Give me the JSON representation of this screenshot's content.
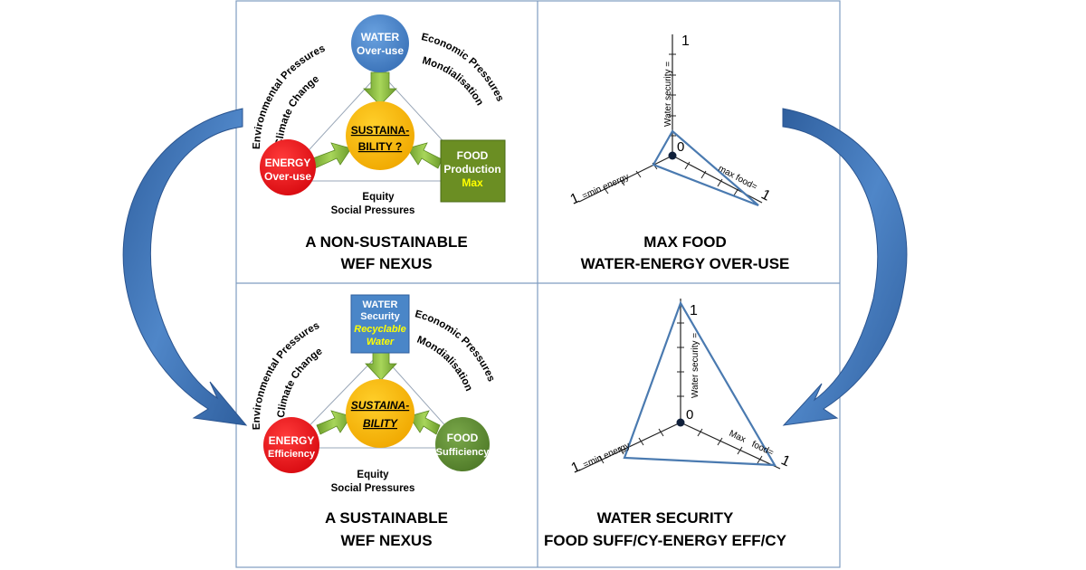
{
  "panels": {
    "nonsustainable": {
      "pressures_left": [
        "Environmental Pressures",
        "Climate Change"
      ],
      "pressures_right": [
        "Economic Pressures",
        "Mondialisation"
      ],
      "pressures_bottom": [
        "Equity",
        "Social  Pressures"
      ],
      "water": [
        "WATER",
        "Over-use"
      ],
      "energy": [
        "ENERGY",
        "Over-use"
      ],
      "food": [
        "FOOD",
        "Production",
        "Max"
      ],
      "center": [
        "SUSTAINA-",
        "BILITY ?"
      ],
      "caption": [
        "A NON-SUSTAINABLE",
        "WEF NEXUS"
      ]
    },
    "sustainable": {
      "pressures_left": [
        "Environmental Pressures",
        "Climate Change"
      ],
      "pressures_right": [
        "Economic Pressures",
        "Mondialisation"
      ],
      "pressures_bottom": [
        "Equity",
        "Social  Pressures"
      ],
      "water": [
        "WATER",
        "Security",
        "Recyclable",
        "Water"
      ],
      "energy": [
        "ENERGY",
        "Efficiency"
      ],
      "food": [
        "FOOD",
        "Sufficiency"
      ],
      "center": [
        "SUSTAINA-",
        "BILITY"
      ],
      "caption": [
        "A SUSTAINABLE",
        "WEF NEXUS"
      ]
    },
    "maxfood": {
      "axis_water": "Water security =",
      "axis_energy": "=min energy",
      "axis_food": "max food=",
      "val_one": "1",
      "val_zero": "0",
      "caption": [
        "MAX FOOD",
        "WATER-ENERGY OVER-USE"
      ]
    },
    "watersecurity": {
      "axis_water": "Water security =",
      "axis_energy": "=min energy",
      "axis_food_a": "Max",
      "axis_food_b": "food=",
      "val_one": "1",
      "val_zero": "0",
      "caption": [
        "WATER SECURITY",
        "FOOD SUFF/CY-ENERGY EFF/CY"
      ]
    }
  },
  "colors": {
    "water": "#4a86c8",
    "energy": "#e8141b",
    "food": "#6b8e23",
    "food_circle": "#5a8232",
    "center": "#f5b800",
    "arrow_blue": "#3f73b8",
    "arrow_green": "#8cbf3f",
    "grid_border": "#7f9cc0",
    "triangle_line": "#4a7ab0",
    "highlight": "#ffff00"
  }
}
